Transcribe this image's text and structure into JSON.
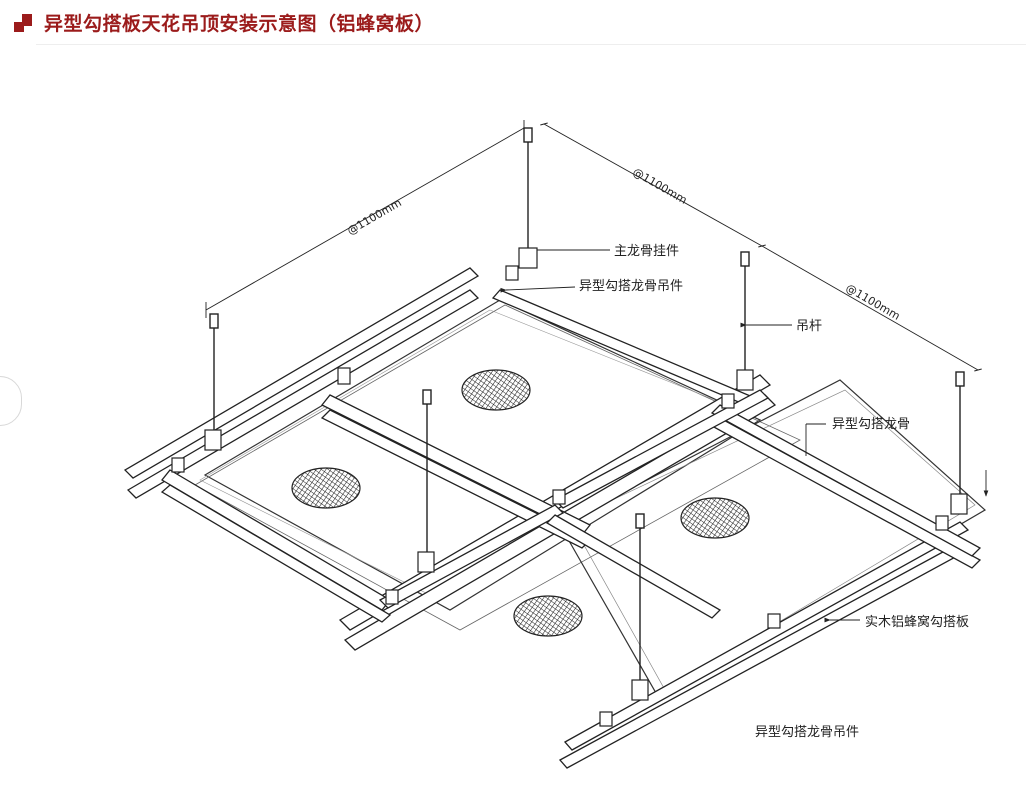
{
  "header": {
    "title": "异型勾搭板天花吊顶安装示意图（铝蜂窝板）",
    "accent": "#9b1b1b"
  },
  "dimensions": {
    "span_left": "@1100mm",
    "span_mid": "@1100mm",
    "span_right": "@1100mm"
  },
  "callouts": {
    "main_keel_hanger": "主龙骨挂件",
    "special_keel_hanger": "异型勾搭龙骨吊件",
    "hanging_rod": "吊杆",
    "special_keel": "异型勾搭龙骨",
    "honeycomb_panel": "实木铝蜂窝勾搭板",
    "special_keel_hanger_bottom": "异型勾搭龙骨吊件"
  }
}
